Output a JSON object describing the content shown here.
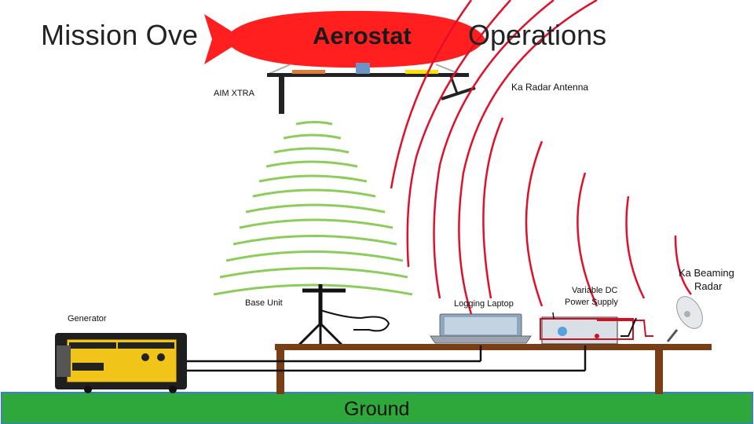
{
  "title_left": "Mission Ove",
  "title_right": "Operations",
  "aerostat_label": "Aerostat",
  "labels": {
    "ka_radar_antenna": "Ka Radar Antenna",
    "aim_xtra": "AIM XTRA",
    "base_unit": "Base Unit",
    "generator": "Generator",
    "logging_laptop": "Logging Laptop",
    "variable_dc_line1": "Variable DC",
    "variable_dc_line2": "Power Supply",
    "ka_beaming_line1": "Ka Beaming",
    "ka_beaming_line2": "Radar",
    "ground": "Ground"
  },
  "colors": {
    "aerostat": "#ff1f1f",
    "green_wave": "#8ccc5a",
    "red_wave": "#e0102a",
    "ground": "#2ea83a",
    "ground_border": "#3a7bd5",
    "table_wood": "#7a3e16"
  },
  "icons": {
    "generator": "generator-icon",
    "laptop": "laptop-icon",
    "power_supply": "power-supply-icon",
    "dish": "satellite-dish-icon",
    "tripod": "tripod-icon"
  }
}
